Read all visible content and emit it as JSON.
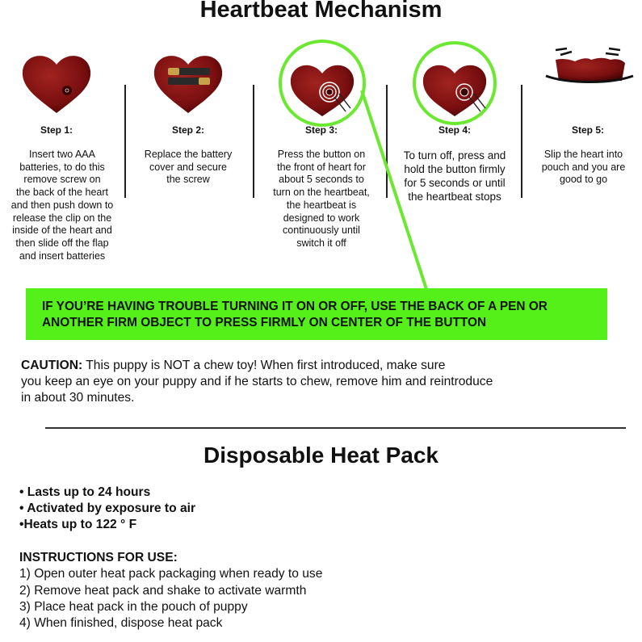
{
  "title": "Heartbeat Mechanism",
  "steps": [
    {
      "label": "Step 1:",
      "lines": [
        "Insert two AAA",
        "batteries, to do this",
        "remove screw on",
        "the back of the heart",
        "and then push down to",
        "release the clip on the",
        "inside of the heart and",
        "then slide off the flap",
        "and insert batteries"
      ]
    },
    {
      "label": "Step 2:",
      "lines": [
        "Replace the battery",
        "cover and secure",
        "the screw"
      ]
    },
    {
      "label": "Step 3:",
      "lines": [
        "Press the button on",
        "the front of heart for",
        "about 5 seconds to",
        "turn on the heartbeat,",
        "the heartbeat is",
        "designed to work",
        "continuously until",
        "switch it off"
      ]
    },
    {
      "label": "Step 4:",
      "lines": [
        "To turn off, press and",
        "hold the button firmly",
        "for 5 seconds or until",
        "the heartbeat stops"
      ]
    },
    {
      "label": "Step 5:",
      "lines": [
        "Slip the heart into",
        "pouch and you are",
        "good to go"
      ]
    }
  ],
  "banner": {
    "lines": [
      "IF YOU’RE HAVING TROUBLE TURNING IT ON OR OFF, USE THE BACK OF A PEN OR",
      "ANOTHER FIRM OBJECT TO PRESS FIRMLY ON CENTER OF THE BUTTON"
    ]
  },
  "caution": {
    "label": "CAUTION:",
    "line1": " This puppy is NOT a chew toy! When first introduced, make sure",
    "line2": "you keep an eye on your puppy and if he starts to chew, remove him and reintroduce",
    "line3": "in about 30 minutes."
  },
  "heatpack": {
    "title": "Disposable Heat Pack",
    "bullets": [
      "• Lasts up to 24 hours",
      "• Activated by exposure to air",
      "•Heats up to 122 ° F"
    ],
    "instructions_title": "INSTRUCTIONS FOR USE:",
    "instructions": [
      "1) Open outer heat pack packaging when ready to use",
      "2) Remove heat pack and shake to activate warmth",
      "3) Place heat pack in the pouch of puppy",
      "4) When finished, dispose heat pack"
    ]
  },
  "colors": {
    "heart": "#7a0f10",
    "highlight": "#55ef1a",
    "ring": "#6be830"
  }
}
